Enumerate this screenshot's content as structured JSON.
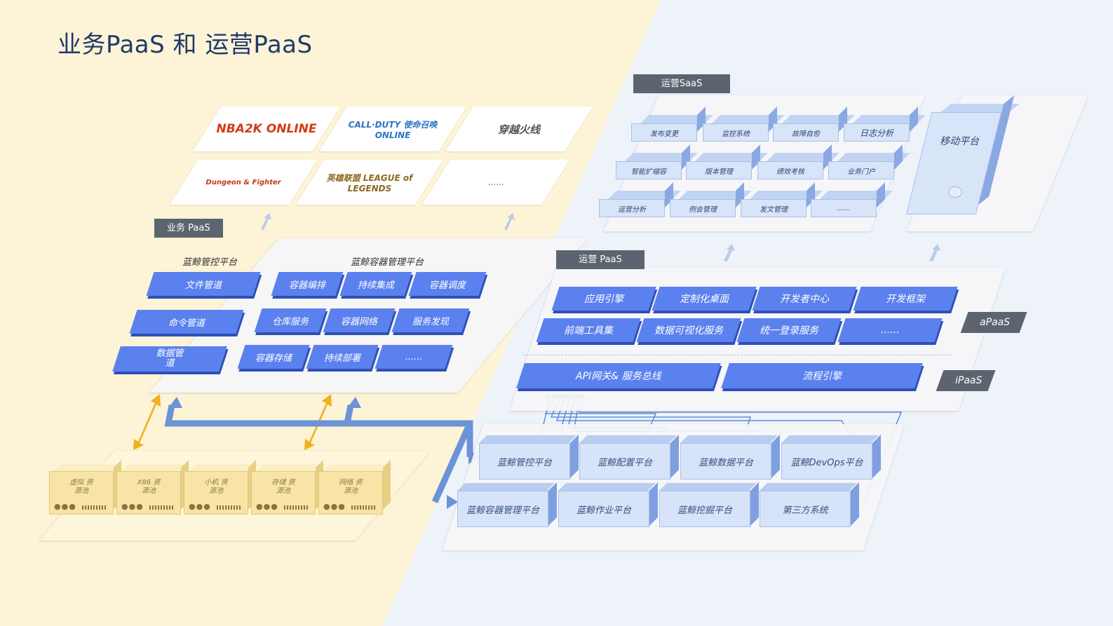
{
  "title": "业务PaaS 和 运营PaaS",
  "business_paas": {
    "tag": "业务 PaaS",
    "games": [
      "NBA2K ONLINE",
      "CALL·DUTY 使命召唤 ONLINE",
      "穿越火线",
      "Dungeon & Fighter",
      "英雄联盟 LEAGUE of LEGENDS",
      "......"
    ],
    "control_platform": {
      "heading": "蓝鲸管控平台",
      "items": [
        "文件管道",
        "命令管道",
        "数据管道"
      ]
    },
    "container_platform": {
      "heading": "蓝鲸容器管理平台",
      "items": [
        "容器编排",
        "持续集成",
        "容器调度",
        "仓库服务",
        "容器网络",
        "服务发现",
        "容器存储",
        "持续部署",
        "......"
      ]
    },
    "resource_pools": [
      "虚拟 资源池",
      "X86 资源池",
      "小机 资源池",
      "存储 资源池",
      "网络 资源池"
    ]
  },
  "ops_saas": {
    "tag": "运营SaaS",
    "items": [
      "发布变更",
      "监控系统",
      "故障自愈",
      "日志分析",
      "智能扩缩容",
      "版本管理",
      "绩效考核",
      "业务门户",
      "运营分析",
      "例会管理",
      "发文管理",
      "......"
    ],
    "mobile": "移动平台"
  },
  "ops_paas": {
    "tag": "运营 PaaS",
    "apaas_label": "aPaaS",
    "ipaas_label": "iPaaS",
    "apaas_items": [
      "应用引擎",
      "定制化桌面",
      "开发者中心",
      "开发框架",
      "前端工具集",
      "数据可视化服务",
      "统一登录服务",
      "......"
    ],
    "ipaas_items": [
      "API网关& 服务总线",
      "流程引擎"
    ],
    "platforms": [
      "蓝鲸管控平台",
      "蓝鲸配置平台",
      "蓝鲸数据平台",
      "蓝鲸DevOps平台",
      "蓝鲸容器管理平台",
      "蓝鲸作业平台",
      "蓝鲸挖掘平台",
      "第三方系统"
    ]
  },
  "colors": {
    "left_bg": "#fdf3d6",
    "right_bg": "#eef3fa",
    "accent_blue": "#5b81ee",
    "arrow_orange": "#f2b01e",
    "tag_gray": "#5c6470"
  }
}
